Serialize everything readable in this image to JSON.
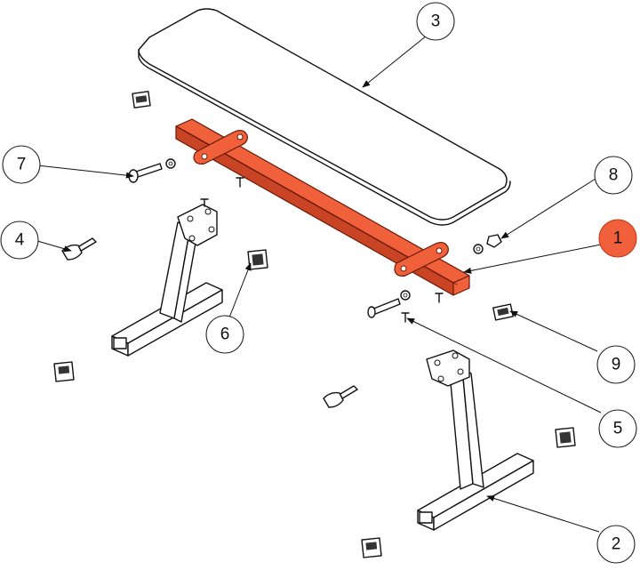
{
  "callouts": [
    {
      "id": "1",
      "label": "1",
      "highlight": true
    },
    {
      "id": "2",
      "label": "2",
      "highlight": false
    },
    {
      "id": "3",
      "label": "3",
      "highlight": false
    },
    {
      "id": "4",
      "label": "4",
      "highlight": false
    },
    {
      "id": "5",
      "label": "5",
      "highlight": false
    },
    {
      "id": "6",
      "label": "6",
      "highlight": false
    },
    {
      "id": "7",
      "label": "7",
      "highlight": false
    },
    {
      "id": "8",
      "label": "8",
      "highlight": false
    },
    {
      "id": "9",
      "label": "9",
      "highlight": false
    }
  ],
  "colors": {
    "highlight_fill": "#f0603a",
    "line": "#111111",
    "background": "#ffffff"
  }
}
